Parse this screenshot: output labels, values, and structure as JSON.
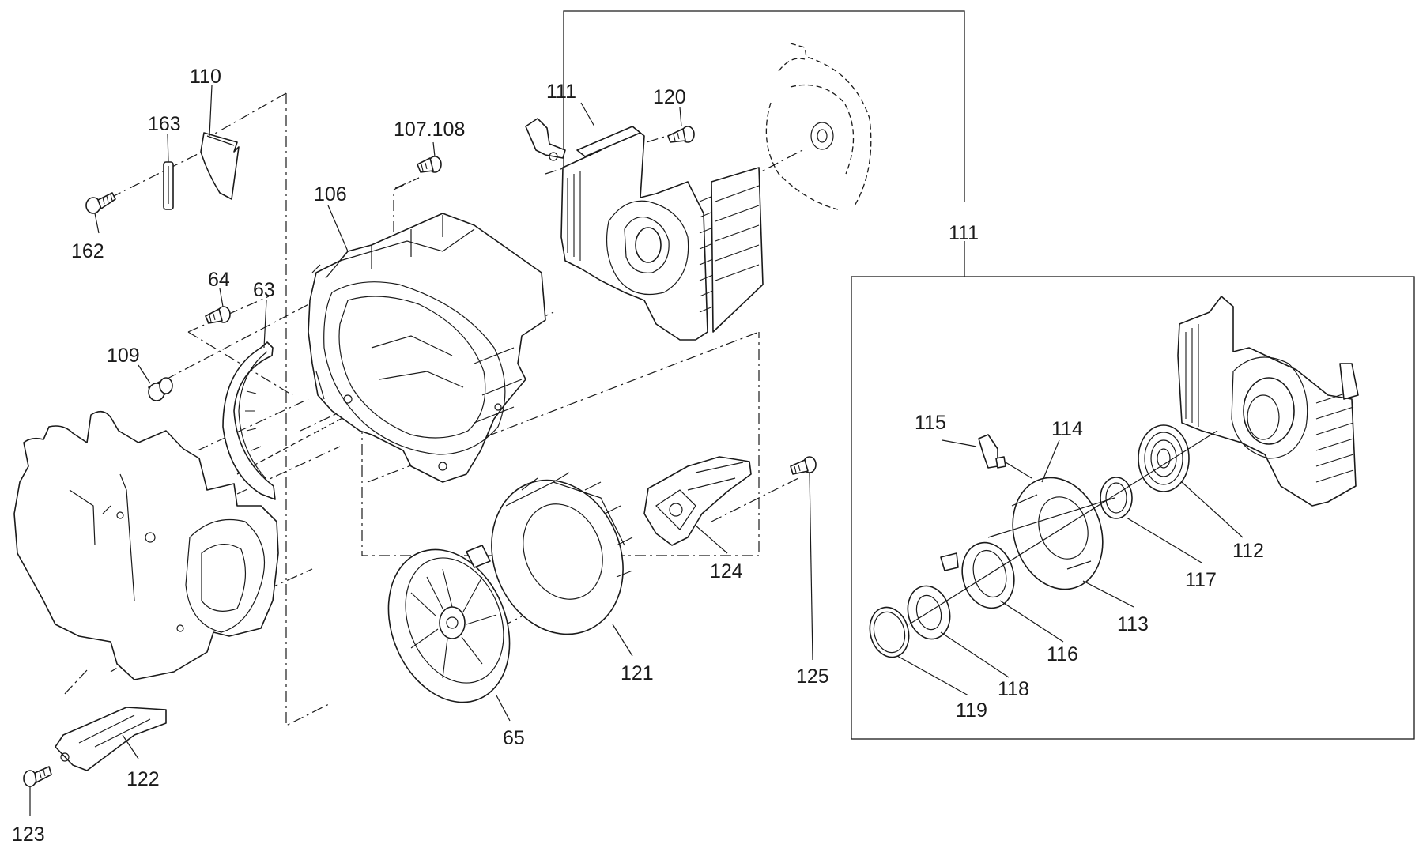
{
  "labels": {
    "p110": "110",
    "p163": "163",
    "p162": "162",
    "p111_top": "111",
    "p120": "120",
    "p107_108": "107.108",
    "p106": "106",
    "p64": "64",
    "p63": "63",
    "p109": "109",
    "p111_right": "111",
    "p115": "115",
    "p114": "114",
    "p112": "112",
    "p117": "117",
    "p113": "113",
    "p116": "116",
    "p118": "118",
    "p119": "119",
    "p124": "124",
    "p125": "125",
    "p121": "121",
    "p65": "65",
    "p122": "122",
    "p123": "123"
  }
}
